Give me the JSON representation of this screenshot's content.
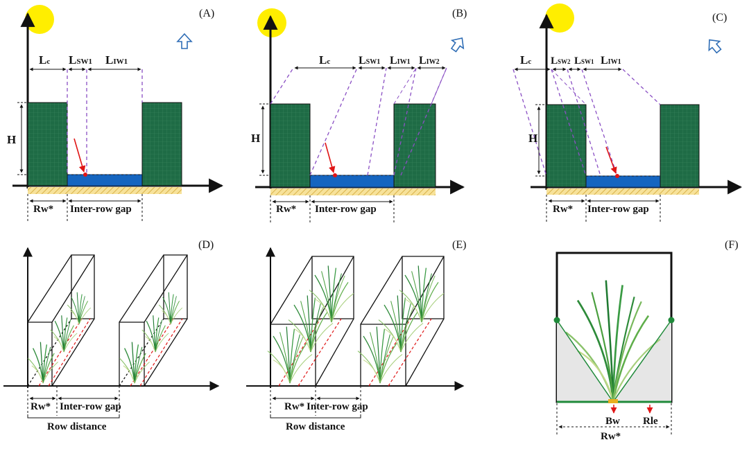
{
  "panels": {
    "a": {
      "tag": "(A)",
      "lc": "L",
      "lc_sub": "c",
      "lsw1": "L",
      "lsw1_sub": "SW1",
      "liw1": "L",
      "liw1_sub": "IW1",
      "h": "H",
      "rw": "Rw*",
      "gap": "Inter-row gap"
    },
    "b": {
      "tag": "(B)",
      "lc": "L",
      "lc_sub": "c",
      "lsw1": "L",
      "lsw1_sub": "SW1",
      "liw1": "L",
      "liw1_sub": "IW1",
      "liw2": "L",
      "liw2_sub": "IW2",
      "h": "H",
      "rw": "Rw*",
      "gap": "Inter-row gap"
    },
    "c": {
      "tag": "(C)",
      "lc": "L",
      "lc_sub": "c",
      "lsw2": "L",
      "lsw2_sub": "SW2",
      "lsw1": "L",
      "lsw1_sub": "SW1",
      "liw1": "L",
      "liw1_sub": "IW1",
      "h": "H",
      "rw": "Rw*",
      "gap": "Inter-row gap"
    },
    "d": {
      "tag": "(D)",
      "rw": "Rw*",
      "gap": "Inter-row gap",
      "row": "Row distance"
    },
    "e": {
      "tag": "(E)",
      "rw": "Rw*",
      "gap": "Inter-row gap",
      "row": "Row distance"
    },
    "f": {
      "tag": "(F)",
      "bw": "Bw",
      "rle": "Rle",
      "rw": "Rw*"
    }
  },
  "colors": {
    "sun": "#ffee00",
    "canopy": "#1e6b45",
    "water": "#1565c0",
    "soil": "#f4d77a",
    "shadow_line": "#8a4fc4",
    "arrow": "#e01515",
    "plant": "#2e8b3a",
    "wind_arrow": "#2f6db5"
  },
  "icons": [
    "sun-icon",
    "wind-arrow-icon"
  ]
}
